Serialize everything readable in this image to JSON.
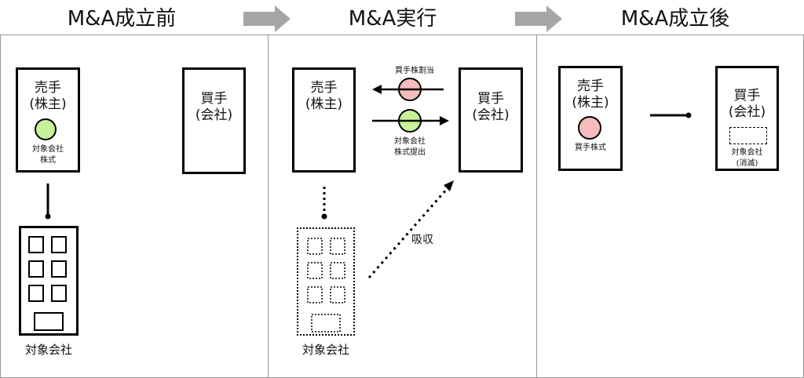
{
  "stages": {
    "before": "M&A成立前",
    "execution": "M&A実行",
    "after": "M&A成立後"
  },
  "panel1": {
    "seller_line1": "売手",
    "seller_line2": "(株主)",
    "target_shares_line1": "対象会社",
    "target_shares_line2": "株式",
    "buyer_line1": "買手",
    "buyer_line2": "(会社)",
    "target_company": "対象会社"
  },
  "panel2": {
    "seller_line1": "売手",
    "seller_line2": "(株主)",
    "buyer_line1": "買手",
    "buyer_line2": "(会社)",
    "buyer_share_allocation": "買手株割当",
    "target_shares_line1": "対象会社",
    "target_shares_line2": "株式提出",
    "absorption": "吸収",
    "target_company": "対象会社"
  },
  "panel3": {
    "seller_line1": "売手",
    "seller_line2": "(株主)",
    "buyer_shares": "買手株式",
    "buyer_line1": "買手",
    "buyer_line2": "(会社)",
    "target_line1": "対象会社",
    "target_line2": "(消滅)"
  },
  "colors": {
    "green_share": "#c6f29a",
    "pink_share": "#f4bcbc",
    "arrow_gray": "#a6a6a6",
    "panel_border": "#9a9a9a"
  }
}
